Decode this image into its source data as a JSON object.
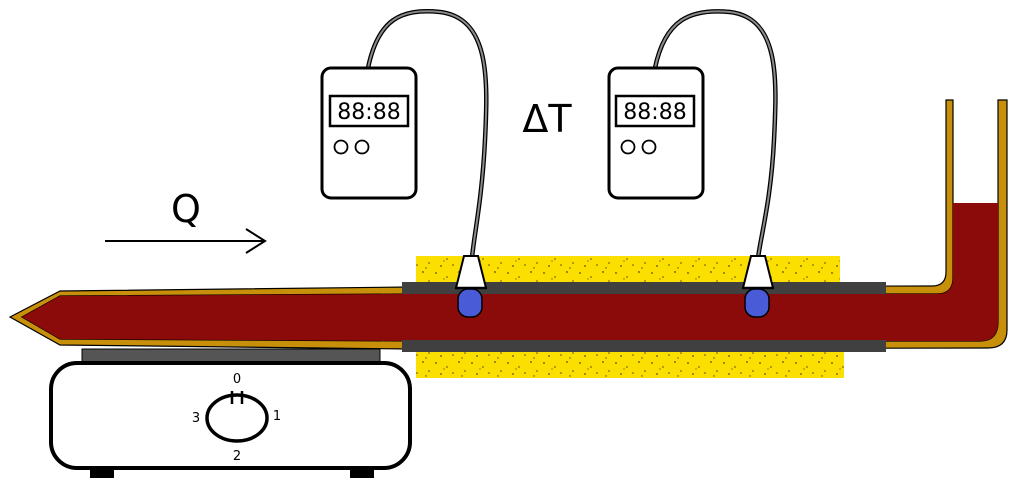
{
  "labels": {
    "flow": "Q",
    "delta_t": "ΔT"
  },
  "meters": [
    {
      "display": "88:88"
    },
    {
      "display": "88:88"
    }
  ],
  "knob": {
    "settings": [
      "0",
      "1",
      "2",
      "3"
    ]
  },
  "colors": {
    "fluid": "#8b0a0a",
    "tube_wall": "#c8900a",
    "insulation": "#fbdf00",
    "jacket": "#404040",
    "probe": "#4a5bd8",
    "outline": "#000000"
  }
}
